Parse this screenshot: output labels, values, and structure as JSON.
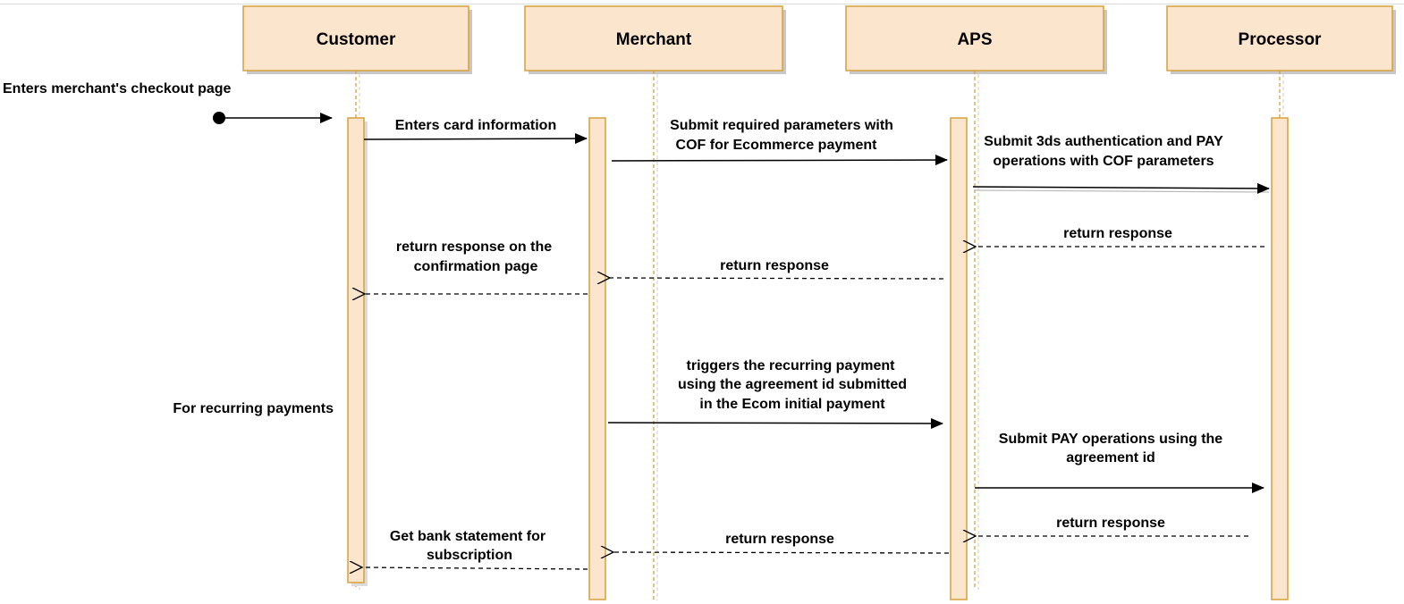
{
  "participants": [
    {
      "name": "Customer"
    },
    {
      "name": "Merchant"
    },
    {
      "name": "APS"
    },
    {
      "name": "Processor"
    }
  ],
  "notes": {
    "start": "Enters merchant's checkout page",
    "recurring": "For recurring payments"
  },
  "messages": [
    {
      "lines": [
        "Enters card information"
      ],
      "from": "Customer",
      "to": "Merchant",
      "style": "solid"
    },
    {
      "lines": [
        "Submit required parameters with",
        "COF for Ecommerce payment"
      ],
      "from": "Merchant",
      "to": "APS",
      "style": "solid"
    },
    {
      "lines": [
        "Submit 3ds authentication and PAY",
        "operations with COF parameters"
      ],
      "from": "APS",
      "to": "Processor",
      "style": "solid"
    },
    {
      "lines": [
        "return response"
      ],
      "from": "Processor",
      "to": "APS",
      "style": "dashed"
    },
    {
      "lines": [
        "return response"
      ],
      "from": "APS",
      "to": "Merchant",
      "style": "dashed"
    },
    {
      "lines": [
        "return response on the",
        "confirmation page"
      ],
      "from": "Merchant",
      "to": "Customer",
      "style": "dashed"
    },
    {
      "lines": [
        "triggers the recurring payment",
        "using the agreement id submitted",
        "in the Ecom initial payment"
      ],
      "from": "Merchant",
      "to": "APS",
      "style": "solid"
    },
    {
      "lines": [
        "Submit PAY operations using the",
        "agreement id"
      ],
      "from": "APS",
      "to": "Processor",
      "style": "solid"
    },
    {
      "lines": [
        "return response"
      ],
      "from": "Processor",
      "to": "APS",
      "style": "dashed"
    },
    {
      "lines": [
        "return response"
      ],
      "from": "APS",
      "to": "Merchant",
      "style": "dashed"
    },
    {
      "lines": [
        "Get bank statement for",
        "subscription"
      ],
      "from": "Merchant",
      "to": "Customer",
      "style": "dashed"
    }
  ],
  "colors": {
    "box_fill": "#fce5cd",
    "box_stroke": "#d6a13b",
    "box_shadow": "#c8c8c8",
    "lifeline": "#d6a13b",
    "arrow": "#000000"
  }
}
